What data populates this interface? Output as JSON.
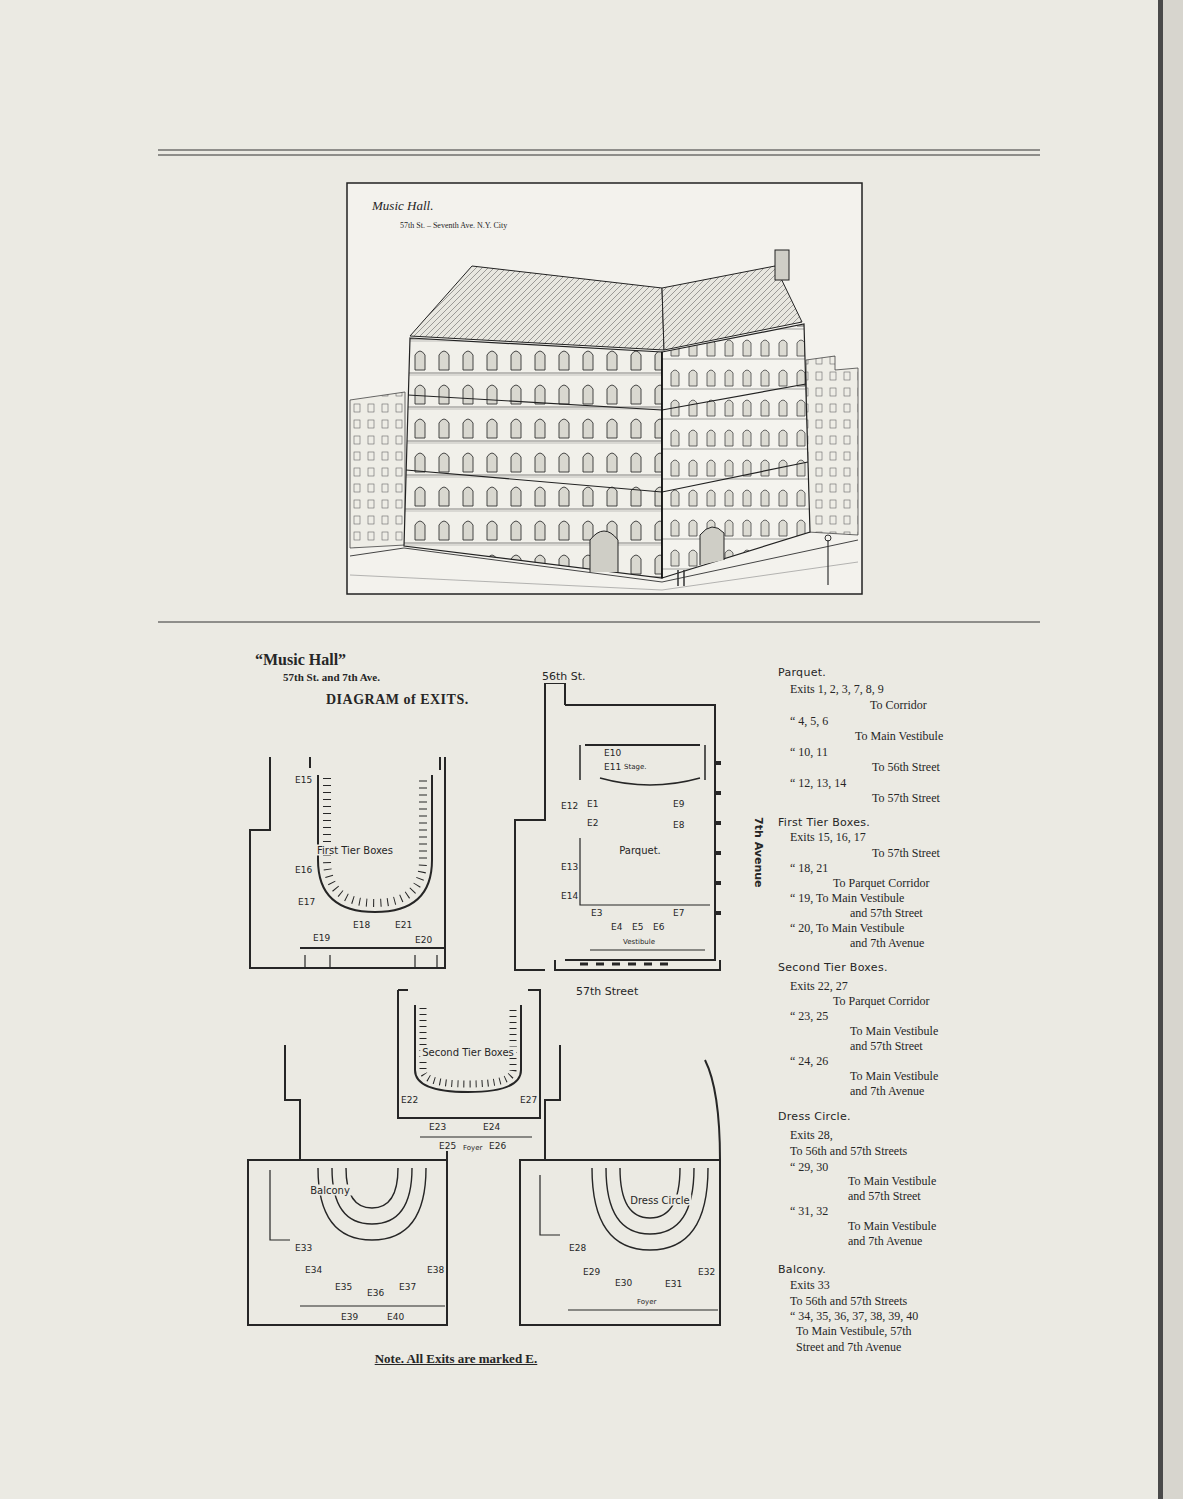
{
  "diagram": {
    "title": "“Music Hall”",
    "caption": "Note. All Exits are marked E.",
    "nodes": [
      {
        "text": [
          "First Tier Boxes"
        ]
      },
      {
        "text": [
          "Parquet."
        ]
      },
      {
        "text": [
          "Second Tier Boxes"
        ]
      },
      {
        "text": [
          "Balcony"
        ]
      },
      {
        "text": [
          "Dress Circle"
        ]
      }
    ],
    "labels": [
      "Music Hall.",
      "57th St. – Seventh Ave. N.Y. City",
      "57th St. and 7th Ave.",
      "DIAGRAM of EXITS.",
      "56th St.",
      "57th Street",
      "7th Avenue",
      "Stage.",
      "Vestibule",
      "Foyer",
      "Foyer",
      "E15",
      "E16",
      "E17",
      "E18",
      "E19",
      "E21",
      "E20",
      "E10",
      "E11",
      "E12",
      "E1",
      "E2",
      "E9",
      "E8",
      "E13",
      "E14",
      "E3",
      "E4",
      "E5",
      "E6",
      "E7",
      "E22",
      "E27",
      "E23",
      "E24",
      "E25",
      "E26",
      "E33",
      "E34",
      "E35",
      "E36",
      "E37",
      "E38",
      "E39",
      "E40",
      "E28",
      "E29",
      "E30",
      "E31",
      "E32",
      "Parquet.",
      "Exits 1, 2, 3, 7, 8, 9",
      "To Corridor",
      "“ 4, 5, 6",
      "To Main Vestibule",
      "“ 10, 11",
      "To 56th Street",
      "“ 12, 13, 14",
      "To 57th Street",
      "First Tier Boxes.",
      "Exits 15, 16, 17",
      "To 57th Street",
      "“ 18, 21",
      "To Parquet Corridor",
      "“ 19, To Main Vestibule",
      "and 57th Street",
      "“ 20, To Main Vestibule",
      "and 7th Avenue",
      "Second Tier Boxes.",
      "Exits 22, 27",
      "To Parquet Corridor",
      "“ 23, 25",
      "To Main Vestibule",
      "and 57th Street",
      "“ 24, 26",
      "To Main Vestibule",
      "and 7th Avenue",
      "Dress Circle.",
      "Exits 28,",
      "To 56th and 57th Streets",
      "“ 29, 30",
      "To Main Vestibule",
      "and 57th Street",
      "“ 31, 32",
      "To Main Vestibule",
      "and 7th Avenue",
      "Balcony.",
      "Exits 33",
      "To 56th and 57th Streets",
      "“ 34, 35, 36, 37, 38, 39, 40",
      "To Main Vestibule, 57th",
      "Street and 7th Avenue"
    ]
  }
}
